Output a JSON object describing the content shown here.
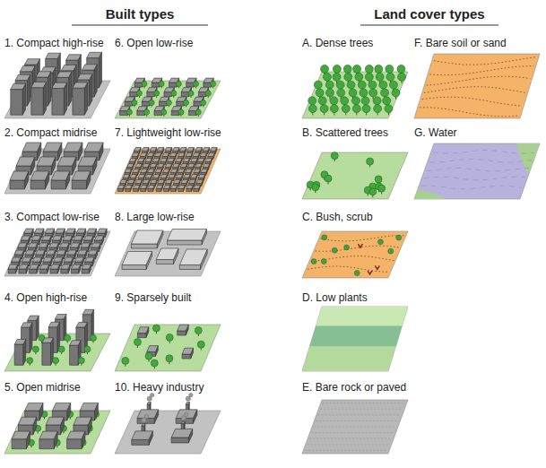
{
  "diagram": {
    "nodes": [
      {
        "text": [
          "1. Compact high-rise"
        ]
      },
      {
        "text": [
          "2. Compact midrise"
        ]
      },
      {
        "text": [
          "3. Compact low-rise"
        ]
      },
      {
        "text": [
          "4. Open high-rise"
        ]
      },
      {
        "text": [
          "5. Open midrise"
        ]
      },
      {
        "text": [
          "6. Open low-rise"
        ]
      },
      {
        "text": [
          "7. Lightweight low-rise"
        ]
      },
      {
        "text": [
          "8. Large low-rise"
        ]
      },
      {
        "text": [
          "9. Sparsely built"
        ]
      },
      {
        "text": [
          "10. Heavy industry"
        ]
      },
      {
        "text": [
          "A. Dense trees"
        ]
      },
      {
        "text": [
          "B. Scattered trees"
        ]
      },
      {
        "text": [
          "C. Bush, scrub"
        ]
      },
      {
        "text": [
          "D. Low plants"
        ]
      },
      {
        "text": [
          "E. Bare rock or paved"
        ]
      },
      {
        "text": [
          "F. Bare soil or sand"
        ]
      },
      {
        "text": [
          "G. Water"
        ]
      }
    ],
    "labels": [
      "Built types",
      "Land cover types"
    ]
  }
}
